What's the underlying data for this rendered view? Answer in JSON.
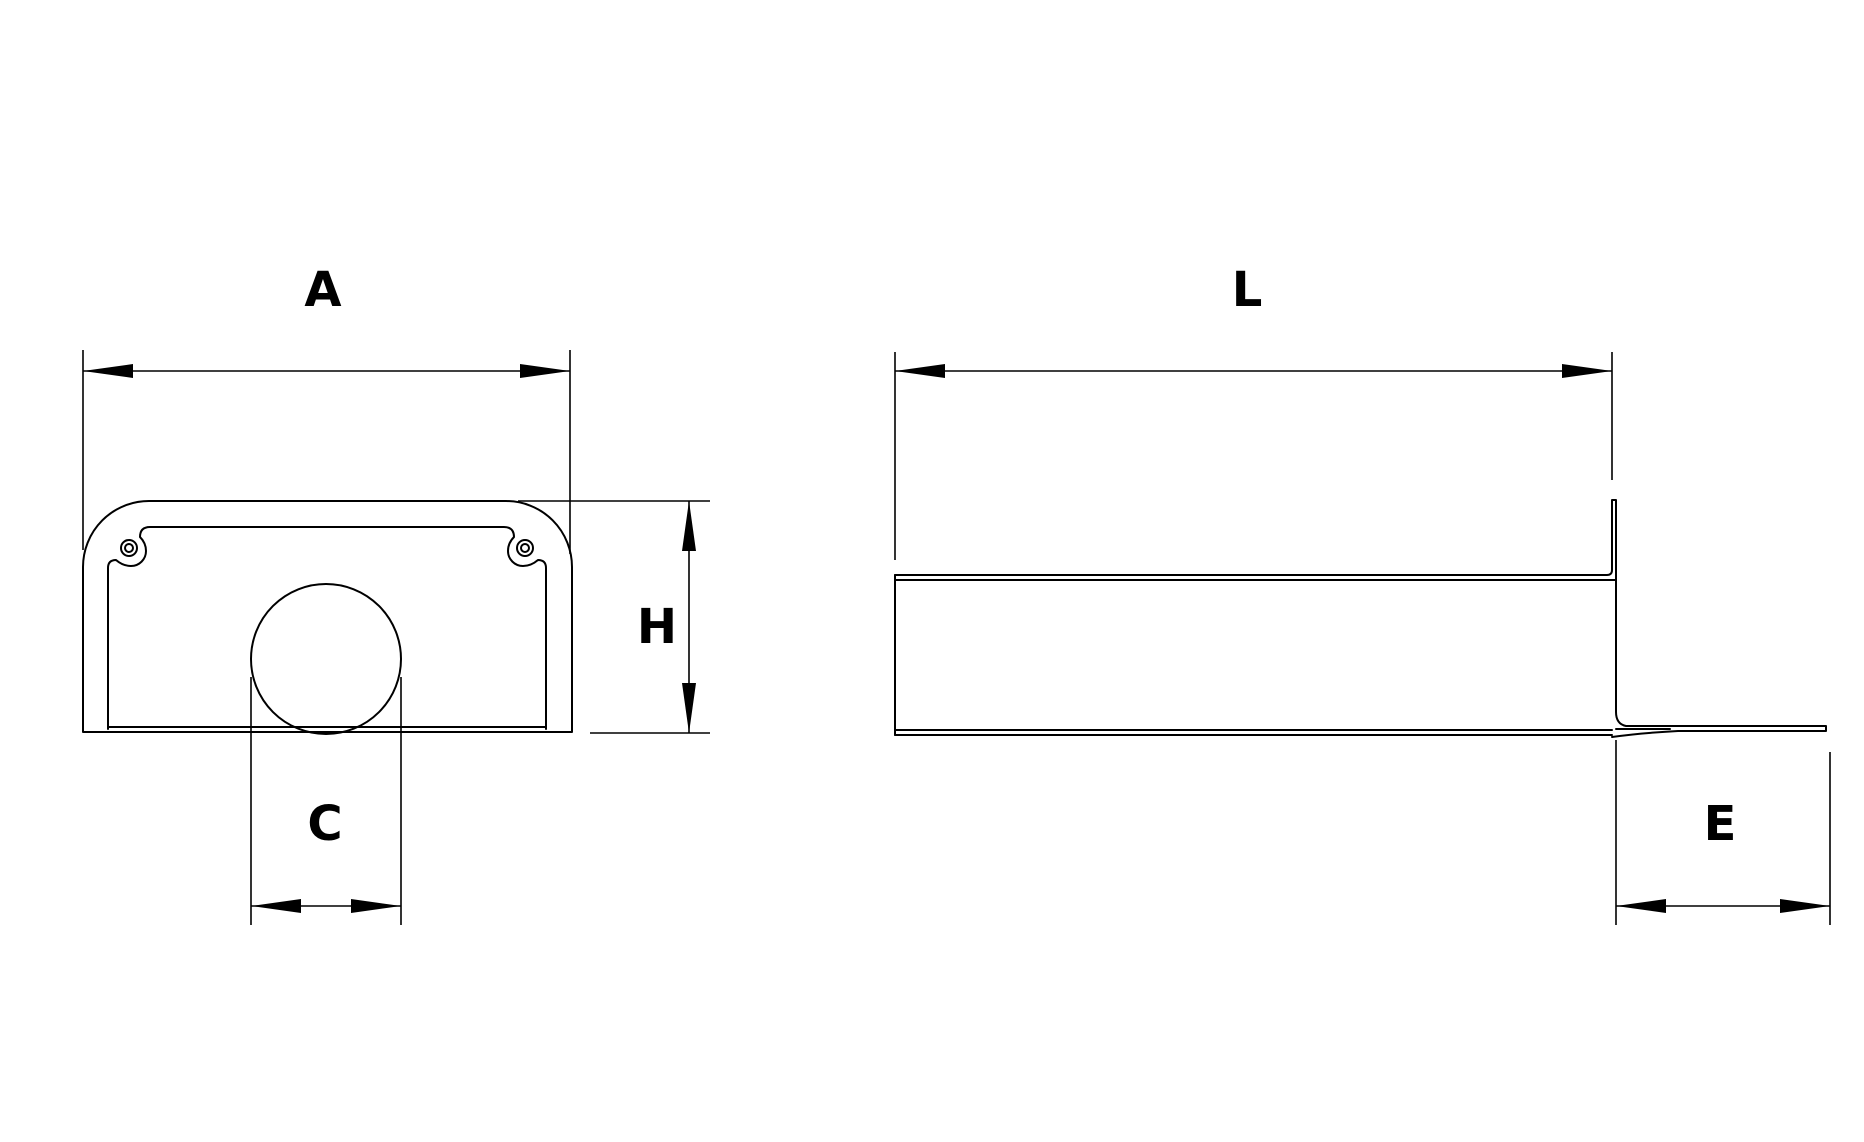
{
  "dimensions": {
    "width_label": "A",
    "height_label": "H",
    "outlet_label": "C",
    "length_label": "L",
    "extension_label": "E"
  }
}
